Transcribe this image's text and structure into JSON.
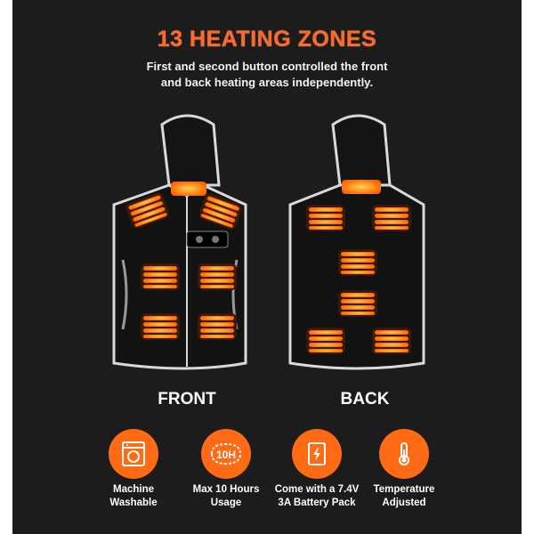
{
  "header": {
    "title": "13 HEATING ZONES",
    "subtitle_lines": [
      "First and second button controlled the front",
      "and back heating areas independently."
    ]
  },
  "vests": {
    "front_label": "FRONT",
    "back_label": "BACK"
  },
  "features": [
    {
      "icon": "washing-machine-icon",
      "lines": [
        "Machine",
        "Washable"
      ]
    },
    {
      "icon": "10h-clock-icon",
      "icon_text": "10H",
      "lines": [
        "Max 10 Hours",
        "Usage"
      ]
    },
    {
      "icon": "battery-pack-icon",
      "lines": [
        "Come with a 7.4V",
        "3A Battery Pack"
      ]
    },
    {
      "icon": "thermometer-icon",
      "lines": [
        "Temperature",
        "Adjusted"
      ]
    }
  ],
  "colors": {
    "background": "#1c1c1c",
    "accent": "#ff6a14",
    "heating_pad": "#ff8a1a",
    "text": "#ffffff"
  }
}
